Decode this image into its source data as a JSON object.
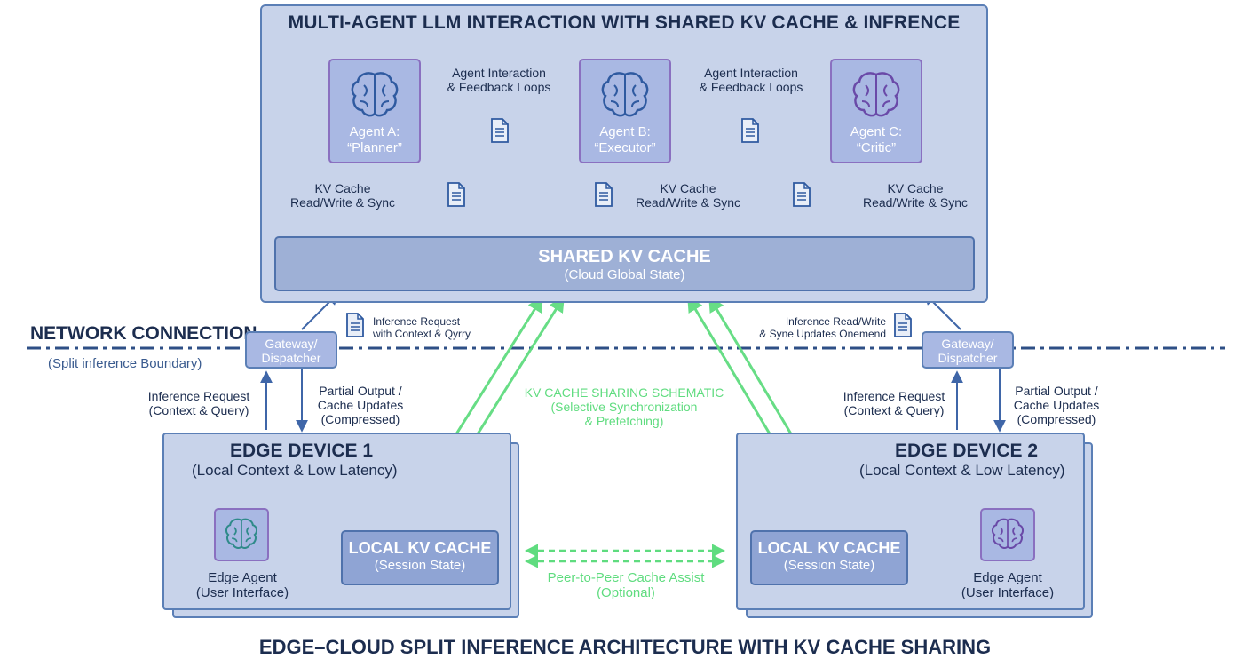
{
  "main_title": "MULTI-AGENT LLM INTERACTION WITH SHARED KV CACHE & INFRENCE",
  "agents": [
    {
      "line1": "Agent A:",
      "line2": "“Planner”"
    },
    {
      "line1": "Agent B:",
      "line2": "“Executor”"
    },
    {
      "line1": "Agent C:",
      "line2": "“Critic”"
    }
  ],
  "agent_links": [
    {
      "line1": "Agent Interaction",
      "line2": "& Feedback Loops"
    },
    {
      "line1": "Agent Interaction",
      "line2": "& Feedback Loops"
    }
  ],
  "kv_sync_labels": [
    {
      "line1": "KV Cache",
      "line2": "Read/Write & Sync"
    },
    {
      "line1": "KV Cache",
      "line2": "Read/Write & Sync"
    },
    {
      "line1": "KV Cache",
      "line2": "Read/Write & Sync"
    }
  ],
  "shared_kv": {
    "title": "SHARED KV CACHE",
    "subtitle": "(Cloud Global State)"
  },
  "network": {
    "title": "NETWORK CONNECTION",
    "subtitle": "(Split inference Boundary)"
  },
  "gateways": [
    {
      "line1": "Gateway/",
      "line2": "Dispatcher"
    },
    {
      "line1": "Gateway/",
      "line2": "Dispatcher"
    }
  ],
  "cloud_requests": {
    "left": {
      "line1": "Inference Request",
      "line2": "with Context & Qyrry"
    },
    "right": {
      "line1": "Inference Read/Write",
      "line2": "& Syne Updates Onemend"
    }
  },
  "edge_links": [
    {
      "up": {
        "line1": "Inference Request",
        "line2": "(Context & Query)"
      },
      "down": {
        "line1": "Partial Output /",
        "line2": "Cache Updates",
        "line3": "(Compressed)"
      }
    },
    {
      "up": {
        "line1": "Inference Request",
        "line2": "(Context & Query)"
      },
      "down": {
        "line1": "Partial Output /",
        "line2": "Cache Updates",
        "line3": "(Compressed)"
      }
    }
  ],
  "schematic": {
    "line1": "KV CACHE SHARING SCHEMATIC",
    "line2": "(Selective Synchronization",
    "line3": "& Prefetching)"
  },
  "edge_devices": [
    {
      "title": "EDGE DEVICE 1",
      "subtitle": "(Local Context & Low Latency)",
      "local_kv": {
        "title": "LOCAL KV CACHE",
        "subtitle": "(Session State)"
      },
      "agent": {
        "line1": "Edge Agent",
        "line2": "(User Interface)"
      }
    },
    {
      "title": "EDGE DEVICE 2",
      "subtitle": "(Local Context & Low Latency)",
      "local_kv": {
        "title": "LOCAL KV CACHE",
        "subtitle": "(Session State)"
      },
      "agent": {
        "line1": "Edge Agent",
        "line2": "(User Interface)"
      }
    }
  ],
  "p2p": {
    "line1": "Peer-to-Peer Cache Assist",
    "line2": "(Optional)"
  },
  "bottom_title": "EDGE–CLOUD SPLIT INFERENCE ARCHITECTURE WITH KV CACHE SHARING",
  "colors": {
    "panel": "#c8d3ea",
    "border": "#5b7fb6",
    "agent_fill": "#a9b8e3",
    "agent_border": "#8a70c0",
    "arrow": "#3f66a8",
    "green": "#5fdc7f",
    "text": "#1c2d4f"
  },
  "icons": [
    "brain-icon",
    "document-icon"
  ]
}
